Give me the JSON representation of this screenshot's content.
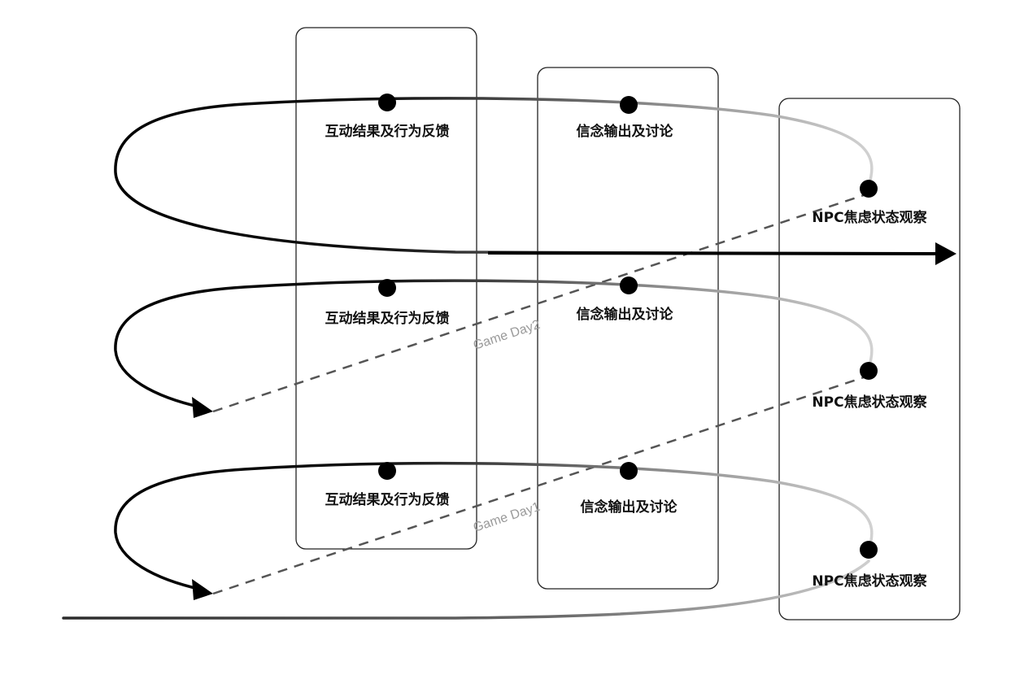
{
  "stages": {
    "interaction": "互动结果及行为反馈",
    "belief": "信念输出及讨论",
    "npc": "NPC焦虑状态观察"
  },
  "loops": [
    {
      "interaction": "互动结果及行为反馈",
      "belief": "信念输出及讨论",
      "npc": "NPC焦虑状态观察"
    },
    {
      "interaction": "互动结果及行为反馈",
      "belief": "信念输出及讨论",
      "npc": "NPC焦虑状态观察"
    },
    {
      "interaction": "互动结果及行为反馈",
      "belief": "信念输出及讨论",
      "npc": "NPC焦虑状态观察"
    }
  ],
  "day_labels": [
    "Game Day2",
    "Game Day1"
  ],
  "colors": {
    "line": "#000000",
    "line_fade": "#cccccc",
    "dashed": "#555555",
    "panel_border": "#222222",
    "day_label": "#9a9a9a"
  }
}
